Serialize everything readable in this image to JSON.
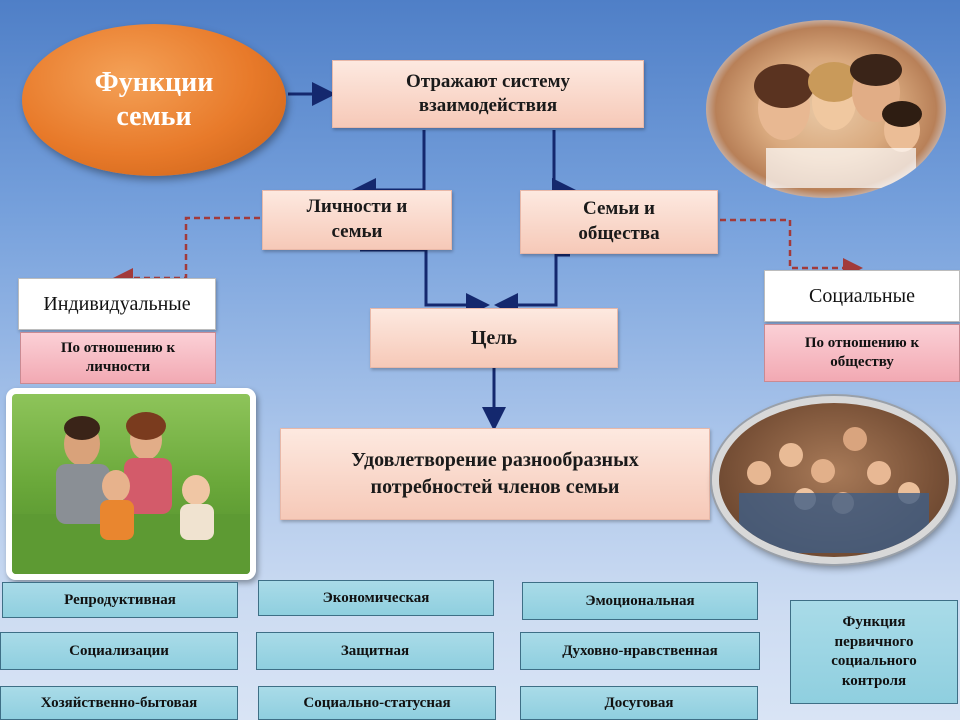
{
  "title_oval": "Функции семьи",
  "top_box": "Отражают систему взаимодействия",
  "box_personal_family": "Личности и семьи",
  "box_family_society": "Семьи и общества",
  "box_goal": "Цель",
  "box_satisfaction": "Удовлетворение разнообразных потребностей членов семьи",
  "individual": {
    "label": "Индивидуальные",
    "note": "По отношению к личности"
  },
  "social": {
    "label": "Социальные",
    "note": "По отношению к обществу"
  },
  "functions_col1": [
    "Репродуктивная",
    "Социализации",
    "Хозяйственно-бытовая"
  ],
  "functions_col2": [
    "Экономическая",
    "Защитная",
    "Социально-статусная"
  ],
  "functions_col3": [
    "Эмоциональная",
    "Духовно-нравственная",
    "Досуговая"
  ],
  "function_control": "Функция первичного социального контроля",
  "colors": {
    "oval": "#e87a2a",
    "arrow": "#14286e",
    "dashed": "#a23a3a"
  }
}
